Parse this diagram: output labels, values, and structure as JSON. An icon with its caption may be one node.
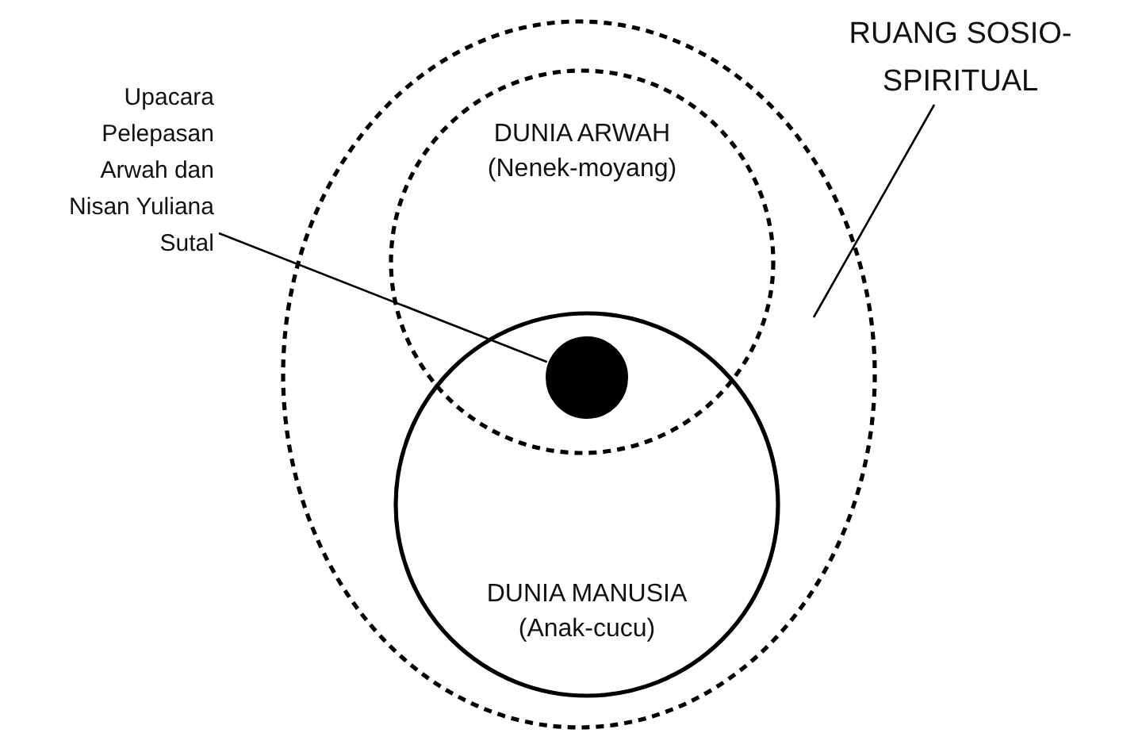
{
  "diagram": {
    "nodes": [
      {
        "text": [
          "RUANG SOSIO-SPIRITUAL"
        ]
      },
      {
        "text": [],
        "shape": "ellipse"
      },
      {
        "text": [
          "DUNIA ARWAH",
          "(Nenek-moyang)"
        ],
        "in": 1
      },
      {
        "text": [
          "Upacara Pelepasan Arwah dan Nisan Yuliana Sutal"
        ]
      },
      {
        "text": [],
        "shape": "circle"
      },
      {
        "text": [
          "DUNIA MANUSIA",
          "(Anak-cucu)"
        ],
        "in": 1
      }
    ],
    "edges": [
      {
        "from": 0,
        "to": 1,
        "arrow": "none"
      },
      {
        "from": 3,
        "to": 4,
        "arrow": "none"
      }
    ]
  }
}
